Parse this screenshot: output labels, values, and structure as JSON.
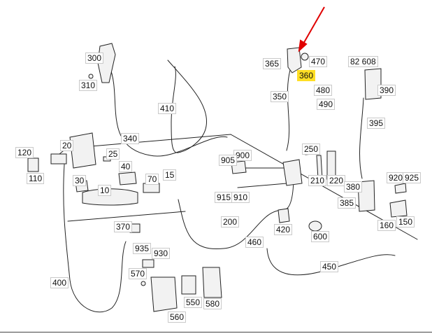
{
  "diagram": {
    "highlight_color": "#ffde24",
    "pointer_color": "#e00000",
    "highlighted_part": "360",
    "parts": {
      "p10": "10",
      "p15": "15",
      "p20": "20",
      "p25": "25",
      "p30": "30",
      "p40": "40",
      "p70": "70",
      "p110": "110",
      "p120": "120",
      "p150": "150",
      "p160": "160",
      "p200": "200",
      "p210": "210",
      "p220": "220",
      "p250": "250",
      "p300": "300",
      "p310": "310",
      "p340": "340",
      "p350": "350",
      "p360": "360",
      "p365": "365",
      "p370": "370",
      "p380": "380",
      "p385": "385",
      "p390": "390",
      "p395": "395",
      "p400": "400",
      "p410": "410",
      "p420": "420",
      "p450": "450",
      "p460": "460",
      "p470": "470",
      "p480": "480",
      "p490": "490",
      "p550": "550",
      "p560": "560",
      "p570": "570",
      "p580": "580",
      "p600": "600",
      "p900": "900",
      "p905": "905",
      "p910": "910",
      "p915": "915",
      "p920": "920",
      "p925": "925",
      "p930": "930",
      "p935": "935",
      "p82608": "82 608"
    }
  }
}
